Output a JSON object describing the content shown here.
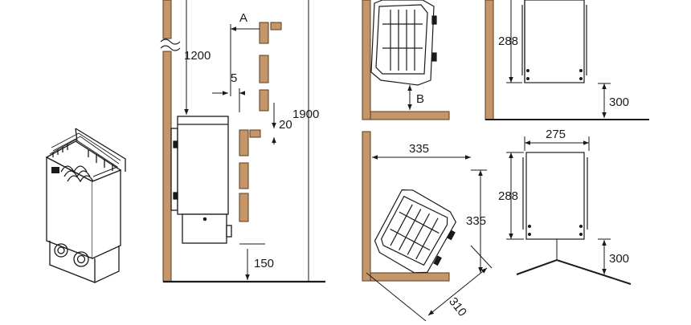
{
  "colors": {
    "wood": "#c4966a",
    "wood_edge": "#5b3a1e",
    "line": "#1a1a1a",
    "background": "#ffffff"
  },
  "labels": {
    "dim_1200": "1200",
    "dim_A": "A",
    "dim_5": "5",
    "dim_20": "20",
    "dim_1900": "1900",
    "dim_150": "150",
    "dim_B": "B",
    "dim_288_top": "288",
    "dim_300_top": "300",
    "dim_335_h": "335",
    "dim_275": "275",
    "dim_288_bottom": "288",
    "dim_335_v": "335",
    "dim_300_bottom": "300",
    "dim_310": "310"
  }
}
